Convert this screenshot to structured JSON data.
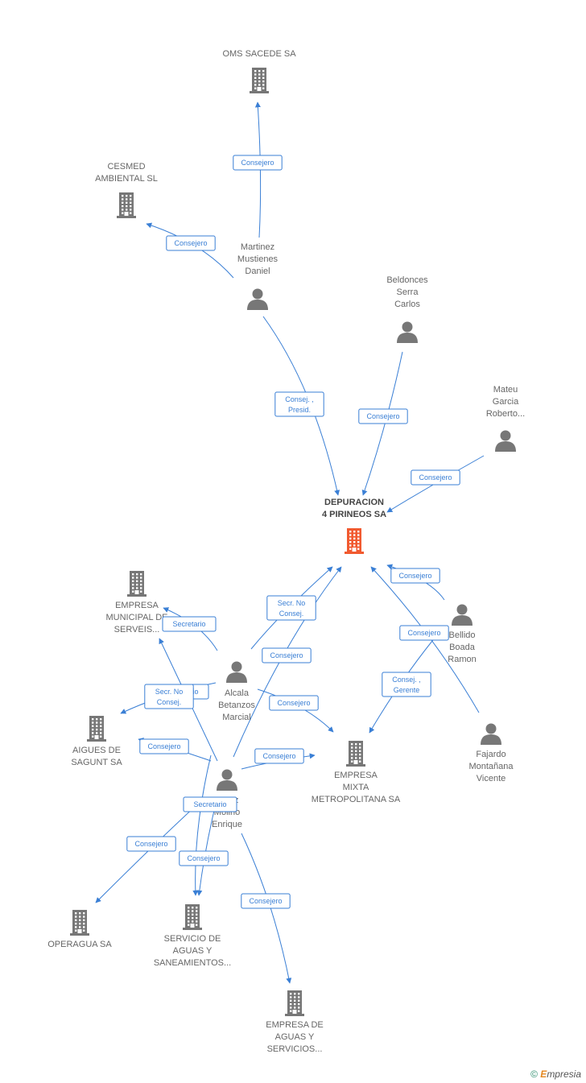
{
  "colors": {
    "edge": "#3a7fd5",
    "company_icon": "#777777",
    "center_icon": "#f15a30",
    "person_icon": "#777777"
  },
  "nodes": [
    {
      "id": "oms",
      "kind": "company",
      "lines": [
        "OMS SACEDE SA"
      ]
    },
    {
      "id": "cesmed",
      "kind": "company",
      "lines": [
        "CESMED",
        "AMBIENTAL SL"
      ]
    },
    {
      "id": "martinez",
      "kind": "person",
      "lines": [
        "Martinez",
        "Mustienes",
        "Daniel"
      ]
    },
    {
      "id": "beldonces",
      "kind": "person",
      "lines": [
        "Beldonces",
        "Serra",
        "Carlos"
      ]
    },
    {
      "id": "mateu",
      "kind": "person",
      "lines": [
        "Mateu",
        "Garcia",
        "Roberto..."
      ]
    },
    {
      "id": "depuracion",
      "kind": "center",
      "lines": [
        "DEPURACION",
        "4 PIRINEOS SA"
      ]
    },
    {
      "id": "emserveis",
      "kind": "company",
      "lines": [
        "EMPRESA",
        "MUNICIPAL DE",
        "SERVEIS..."
      ]
    },
    {
      "id": "bellido",
      "kind": "person",
      "lines": [
        "Bellido",
        "Boada",
        "Ramon"
      ]
    },
    {
      "id": "alcala",
      "kind": "person",
      "lines": [
        "Alcala",
        "Betanzos",
        "Marcial"
      ]
    },
    {
      "id": "aigues",
      "kind": "company",
      "lines": [
        "AIGUES DE",
        "SAGUNT SA"
      ]
    },
    {
      "id": "emixta",
      "kind": "company",
      "lines": [
        "EMPRESA",
        "MIXTA",
        "METROPOLITANA SA"
      ]
    },
    {
      "id": "fajardo",
      "kind": "person",
      "lines": [
        "Fajardo",
        "Montañana",
        "Vicente"
      ]
    },
    {
      "id": "perez",
      "kind": "person",
      "lines": [
        "Perez",
        "Molino",
        "Enrique"
      ]
    },
    {
      "id": "operagua",
      "kind": "company",
      "lines": [
        "OPERAGUA SA"
      ]
    },
    {
      "id": "servicio",
      "kind": "company",
      "lines": [
        "SERVICIO DE",
        "AGUAS Y",
        "SANEAMIENTOS..."
      ]
    },
    {
      "id": "eaguas",
      "kind": "company",
      "lines": [
        "EMPRESA DE",
        "AGUAS Y",
        "SERVICIOS..."
      ]
    }
  ],
  "edges": [
    {
      "from": "martinez",
      "to": "oms",
      "label": [
        "Consejero"
      ]
    },
    {
      "from": "martinez",
      "to": "cesmed",
      "label": [
        "Consejero"
      ]
    },
    {
      "from": "martinez",
      "to": "depuracion",
      "label": [
        "Consej. ,",
        "Presid."
      ]
    },
    {
      "from": "beldonces",
      "to": "depuracion",
      "label": [
        "Consejero"
      ]
    },
    {
      "from": "mateu",
      "to": "depuracion",
      "label": [
        "Consejero"
      ]
    },
    {
      "from": "bellido",
      "to": "depuracion",
      "label": [
        "Consejero"
      ]
    },
    {
      "from": "fajardo",
      "to": "depuracion",
      "label": [
        "Consejero"
      ]
    },
    {
      "from": "bellido",
      "to": "emixta",
      "label": [
        "Consej. ,",
        "Gerente"
      ]
    },
    {
      "from": "alcala",
      "to": "depuracion",
      "label": [
        "Secr.  No",
        "Consej."
      ]
    },
    {
      "from": "alcala",
      "to": "emserveis",
      "label": [
        "Secretario"
      ]
    },
    {
      "from": "alcala",
      "to": "aigues",
      "label": [
        "Secretario"
      ]
    },
    {
      "from": "alcala",
      "to": "emixta",
      "label": [
        "Consejero"
      ]
    },
    {
      "from": "alcala",
      "to": "servicio",
      "label": [
        "Secretario"
      ]
    },
    {
      "from": "perez",
      "to": "depuracion",
      "label": [
        "Consejero"
      ]
    },
    {
      "from": "perez",
      "to": "emserveis",
      "label": [
        "Secr.  No",
        "Consej."
      ]
    },
    {
      "from": "perez",
      "to": "aigues",
      "label": [
        "Consejero"
      ]
    },
    {
      "from": "perez",
      "to": "emixta",
      "label": [
        "Consejero"
      ]
    },
    {
      "from": "perez",
      "to": "operagua",
      "label": [
        "Consejero"
      ]
    },
    {
      "from": "perez",
      "to": "servicio",
      "label": [
        "Consejero"
      ]
    },
    {
      "from": "perez",
      "to": "eaguas",
      "label": [
        "Consejero"
      ]
    }
  ],
  "watermark": {
    "copyright": "©",
    "brand_first": "E",
    "brand_rest": "mpresia"
  }
}
